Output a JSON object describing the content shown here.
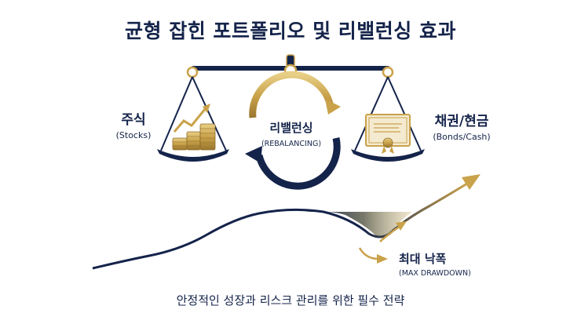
{
  "title": "균형 잡힌 포트폴리오 및 리밸런싱 효과",
  "left_pan": {
    "label": "주식",
    "sublabel": "(Stocks)"
  },
  "center": {
    "label": "리밸런싱",
    "sublabel": "(REBALANCING)"
  },
  "right_pan": {
    "label": "채권/현금",
    "sublabel": "(Bonds/Cash)"
  },
  "drawdown": {
    "label": "최대 낙폭",
    "sublabel": "(MAX DRAWDOWN)"
  },
  "footer": "안정적인 성장과 리스크 관리를 위한 필수 전략",
  "colors": {
    "navy": "#14234a",
    "gold": "#c9a24a"
  },
  "icons": [
    "coins-icon",
    "trend-arrow-icon",
    "rebalance-cycle-icon",
    "certificate-icon",
    "growth-arrow-icon"
  ]
}
